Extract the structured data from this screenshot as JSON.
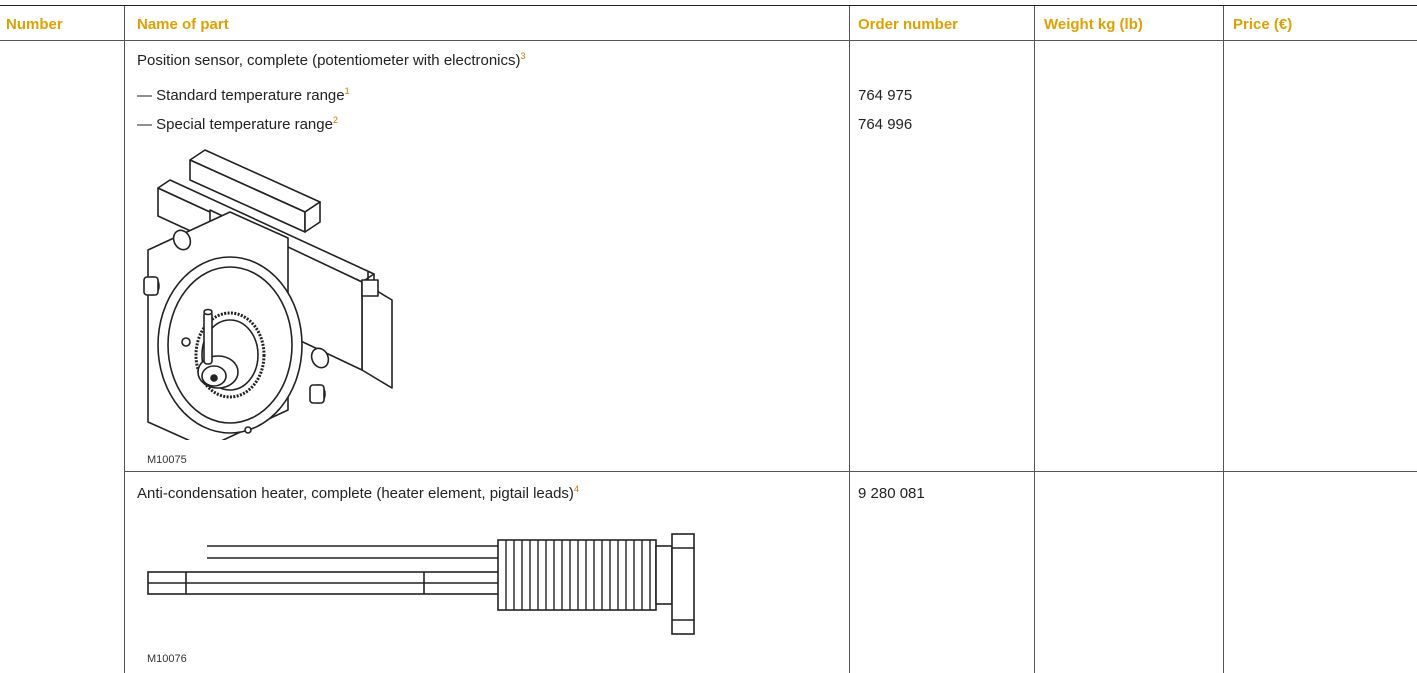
{
  "table": {
    "headers": {
      "number": "Number",
      "name": "Name of part",
      "order": "Order number",
      "weight": "Weight kg (lb)",
      "price": "Price (€)"
    },
    "rows": [
      {
        "name": "Position sensor, complete (potentiometer with electronics)",
        "footnote": "3",
        "sub_items": [
          {
            "label": "— Standard temperature range",
            "footnote": "1",
            "order": "764 975"
          },
          {
            "label": "— Special temperature range",
            "footnote": "2",
            "order": "764 996"
          }
        ],
        "figure_code": "M10075"
      },
      {
        "name": "Anti-condensation heater, complete (heater element, pigtail leads)",
        "footnote": "4",
        "order": "9 280 081",
        "figure_code": "M10076"
      }
    ]
  }
}
